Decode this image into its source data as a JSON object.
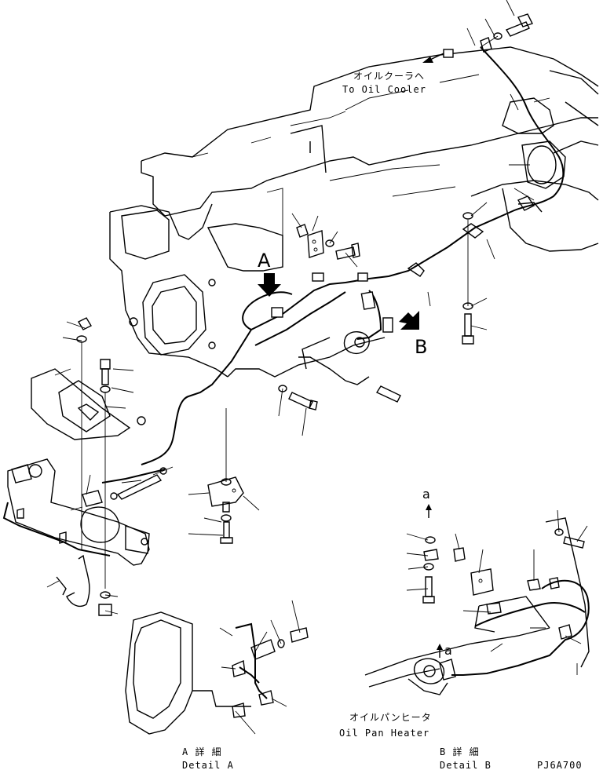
{
  "labels": {
    "oil_cooler_jp": "オイルクーラへ",
    "oil_cooler_en": "To Oil Cooler",
    "oil_pan_heater_jp": "オイルパンヒータ",
    "oil_pan_heater_en": "Oil Pan Heater",
    "arrow_a": "A",
    "arrow_b": "B",
    "ref_a_upper": "a",
    "ref_a_lower": "a",
    "detail_a_jp": "A 詳 細",
    "detail_a_en": "Detail A",
    "detail_b_jp": "B 詳 細",
    "detail_b_en": "Detail B",
    "drawing_no": "PJ6A700"
  }
}
